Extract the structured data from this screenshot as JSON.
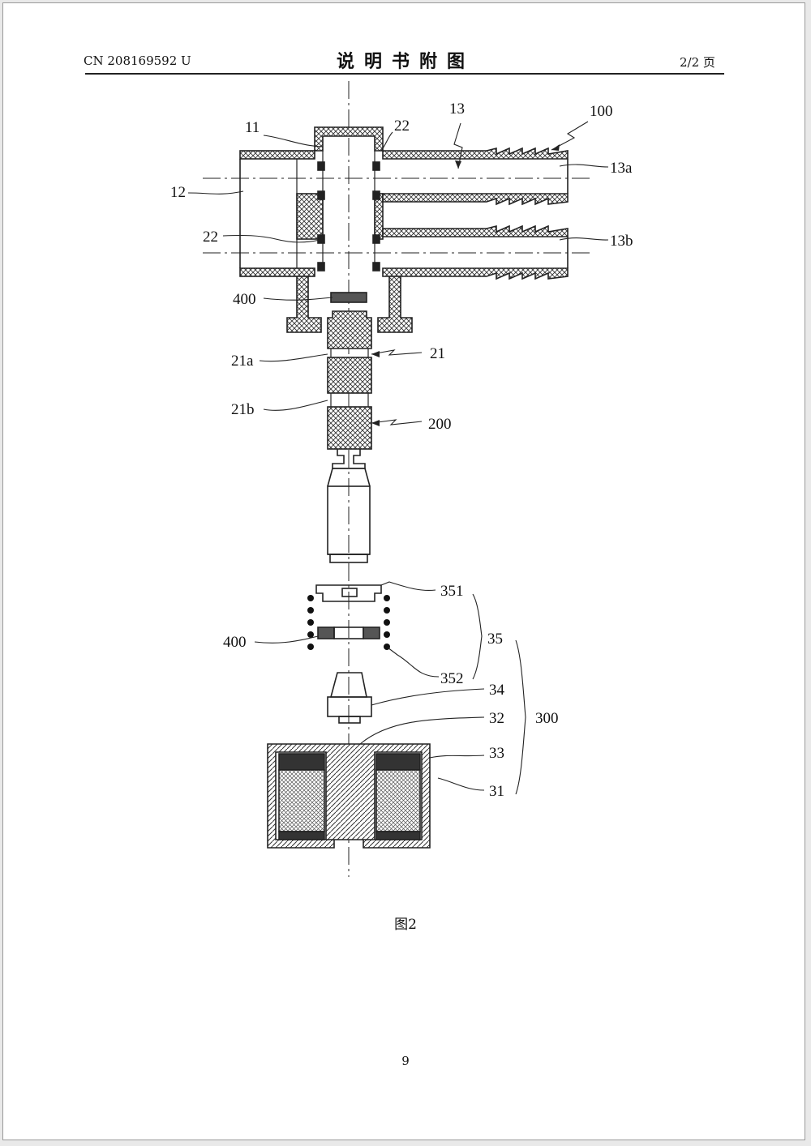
{
  "header": {
    "doc_number": "CN 208169592 U",
    "title": "说明书附图",
    "page_counter": "2/2 页"
  },
  "figure": {
    "caption": "图2",
    "labels": {
      "l100": "100",
      "l11": "11",
      "l12": "12",
      "l13": "13",
      "l13a": "13a",
      "l13b": "13b",
      "l21": "21",
      "l21a": "21a",
      "l21b": "21b",
      "l22_top": "22",
      "l22_left": "22",
      "l200": "200",
      "l300": "300",
      "l31": "31",
      "l32": "32",
      "l33": "33",
      "l34": "34",
      "l35": "35",
      "l351": "351",
      "l352": "352",
      "l400_top": "400",
      "l400_bottom": "400"
    }
  },
  "footer": {
    "page_number": "9"
  }
}
